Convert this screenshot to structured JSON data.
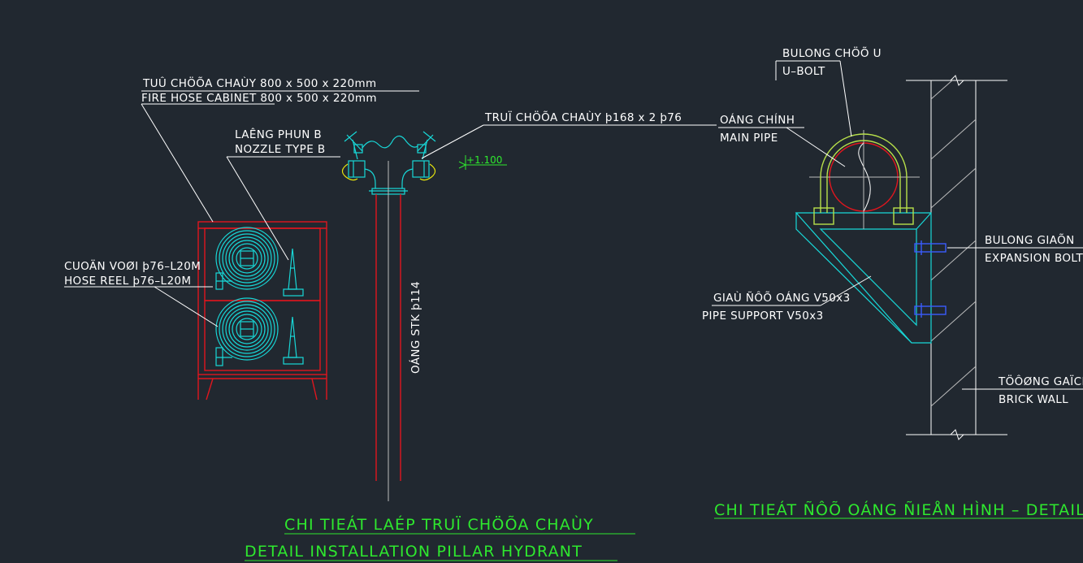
{
  "left_detail": {
    "cabinet_label_vn": "TUÛ CHÖÕA CHAÙY 800 x 500 x 220mm",
    "cabinet_label_en_a": "FIRE HOSE CABINET",
    "cabinet_label_en_b": " 800 x 500 x 220mm",
    "nozzle_label_vn": "LAÊNG PHUN B",
    "nozzle_label_en": "NOZZLE TYPE B",
    "reel_label_vn": "CUOÄN VOØI þ76–L20M",
    "reel_label_en": "HOSE REEL þ76–L20M",
    "hydrant_label": "TRUÏ CHÖÕA CHAÙY þ168 x 2 þ76",
    "elevation": "+1.100",
    "pipe_label": "OÁNG STK þ114",
    "title_vn": "CHI TIEÁT LAÉP TRUÏ CHÖÕA CHAÙY",
    "title_en": "DETAIL INSTALLATION PILLAR HYDRANT"
  },
  "right_detail": {
    "ubolt_label_vn": "BULONG CHÖÕ U",
    "ubolt_label_en": "U–BOLT",
    "main_pipe_vn": "OÁNG CHÍNH",
    "main_pipe_en": "MAIN PIPE",
    "expansion_vn": "BULONG GIAÕN",
    "expansion_en": "EXPANSION BOLT",
    "support_vn": "GIAÙ ÑÔÕ OÁNG V50x3",
    "support_en": "PIPE SUPPORT V50x3",
    "wall_vn": "TÖÔØNG GAÏCH",
    "wall_en": "BRICK WALL",
    "title_vn": "CHI TIEÁT ÑÔÕ OÁNG ÑIEÅN HÌNH – DETAIL"
  },
  "colors": {
    "background": "#212830",
    "linework": "#ffffff",
    "equipment": "#18d8d8",
    "pipe": "#e0161e",
    "titles": "#2ee82e",
    "fittings": "#e8e60e",
    "anchors": "#3a5cff"
  }
}
